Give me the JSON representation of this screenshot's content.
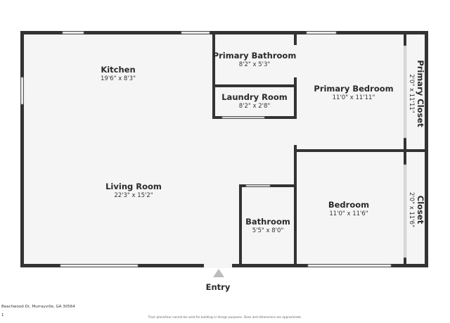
{
  "rooms": {
    "kitchen": {
      "name": "Kitchen",
      "dims": "19'6\" x 8'3\""
    },
    "living_room": {
      "name": "Living Room",
      "dims": "22'3\" x 15'2\""
    },
    "primary_bathroom": {
      "name": "Primary Bathroom",
      "dims": "8'2\" x 5'3\""
    },
    "laundry_room": {
      "name": "Laundry Room",
      "dims": "8'2\" x 2'8\""
    },
    "primary_bedroom": {
      "name": "Primary Bedroom",
      "dims": "11'0\" x 11'11\""
    },
    "primary_closet": {
      "name": "Primary Closet",
      "dims": "2'0\" x 11'11\""
    },
    "bedroom": {
      "name": "Bedroom",
      "dims": "11'0\" x 11'6\""
    },
    "closet": {
      "name": "Closet",
      "dims": "2'0\" x 11'6\""
    },
    "bathroom": {
      "name": "Bathroom",
      "dims": "5'5\" x 8'0\""
    }
  },
  "entry_label": "Entry",
  "footer": {
    "address": "Beachwood Dr, Murrayville, GA 30564",
    "page_marker": "1",
    "disclaimer": "Floor plans/tour cannot be used for building or design purposes. Sizes and dimensions are approximate."
  },
  "colors": {
    "wall": "#333333",
    "floor": "#f5f5f5",
    "window": "#ffffff"
  }
}
